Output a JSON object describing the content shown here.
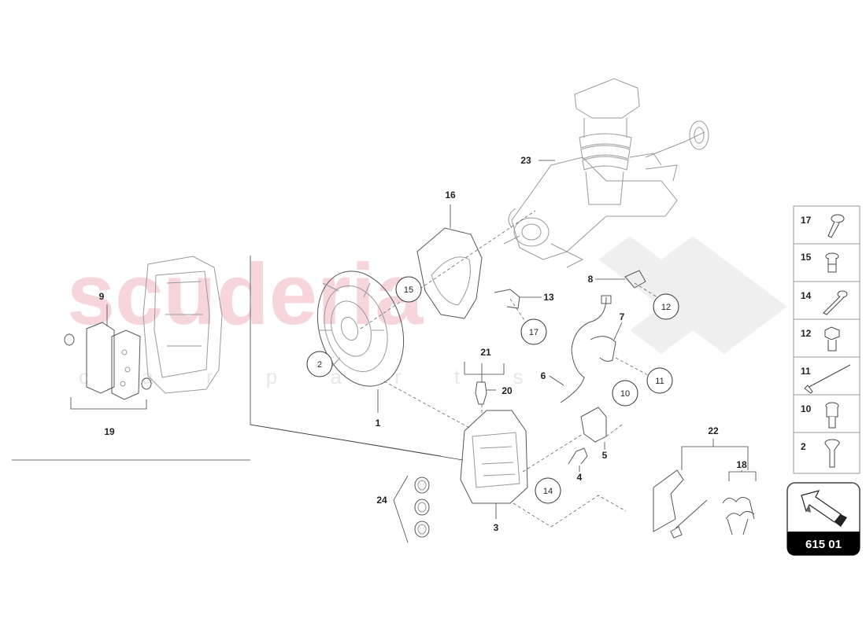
{
  "watermark": {
    "main": "scuderia",
    "sub": "c a r p a r t s"
  },
  "callouts": {
    "c1": "1",
    "c2": "2",
    "c3": "3",
    "c4": "4",
    "c5": "5",
    "c6": "6",
    "c7": "7",
    "c8": "8",
    "c9": "9",
    "c10": "10",
    "c11": "11",
    "c12": "12",
    "c13": "13",
    "c14": "14",
    "c15": "15",
    "c16": "16",
    "c17": "17",
    "c18": "18",
    "c19": "19",
    "c20": "20",
    "c21": "21",
    "c22": "22",
    "c23": "23",
    "c24": "24"
  },
  "fastener_table": [
    {
      "number": "17",
      "icon": "flange-bolt-icon"
    },
    {
      "number": "15",
      "icon": "short-bolt-icon"
    },
    {
      "number": "14",
      "icon": "long-bolt-icon"
    },
    {
      "number": "12",
      "icon": "hex-bolt-icon"
    },
    {
      "number": "11",
      "icon": "rivet-icon"
    },
    {
      "number": "10",
      "icon": "socket-bolt-icon"
    },
    {
      "number": "2",
      "icon": "countersunk-screw-icon"
    }
  ],
  "reference": {
    "number": "615 01",
    "icon": "direction-arrow-icon"
  }
}
